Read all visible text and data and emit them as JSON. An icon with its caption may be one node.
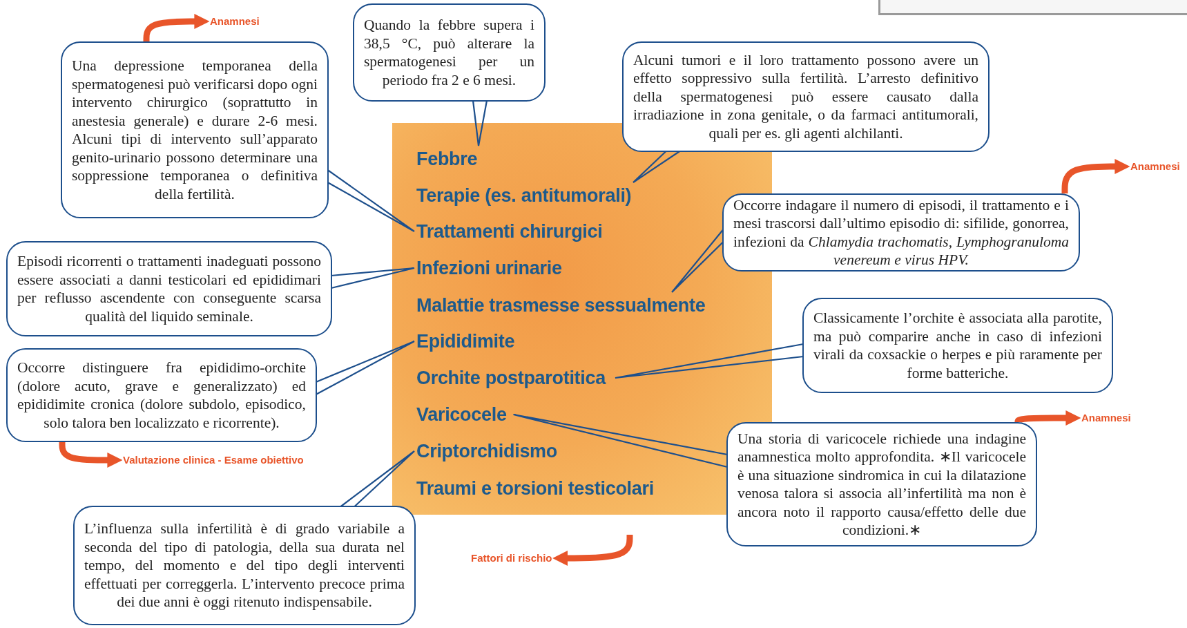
{
  "diagram": {
    "nodes": [
      {
        "text": [],
        "shape": "box"
      },
      {
        "text": [
          "Febbre"
        ],
        "in": 0
      },
      {
        "text": [
          "Terapie (es. antitumorali)"
        ],
        "in": 0
      },
      {
        "text": [
          "Trattamenti chirurgici"
        ],
        "in": 0
      },
      {
        "text": [
          "Infezioni urinarie"
        ],
        "in": 0
      },
      {
        "text": [
          "Malattie trasmesse sessualmente"
        ],
        "in": 0
      },
      {
        "text": [
          "Epididimite"
        ],
        "in": 0
      },
      {
        "text": [
          "Orchite postparotitica"
        ],
        "in": 0
      },
      {
        "text": [
          "Varicocele"
        ],
        "in": 0
      },
      {
        "text": [
          "Criptorchidismo"
        ],
        "in": 0
      },
      {
        "text": [
          "Traumi e torsioni testicolari"
        ],
        "in": 0
      },
      {
        "text": [
          "Una depressione temporanea della spermatogenesi può verificarsi dopo ogni intervento chirurgico (soprattutto in anestesia generale) e durare 2-6 mesi. Alcuni tipi di intervento sull’apparato genito-urinario possono determinare una soppressione temporanea o definitiva della fertilità."
        ]
      },
      {
        "text": [
          "Quando la febbre supera i 38,5 °C, può alterare la spermatogenesi per un periodo fra 2 e 6 mesi."
        ]
      },
      {
        "text": [
          "Alcuni tumori e il loro trattamento possono avere un effetto soppressivo sulla fertilità. L’arresto definitivo della spermatogenesi può essere causato dalla irradiazione in zona genitale, o da farmaci antitumorali, quali per es. gli agenti alchilanti."
        ]
      },
      {
        "text": [
          "Episodi ricorrenti o trattamenti inadeguati possono essere associati a danni testicolari ed epididimari per reflusso ascendente con conseguente scarsa qualità del liquido seminale."
        ]
      },
      {
        "text": [
          "Occorre indagare il numero di episodi, il trattamento e i mesi trascorsi dall’ultimo episodio di: sifilide, gonorrea, infezioni da *Chlamydia trachomatis*, *Lymphogranuloma venereum e virus HPV.*"
        ]
      },
      {
        "text": [
          "Occorre distinguere fra epididimo-orchite (dolore acuto, grave e generalizzato) ed epididimite cronica (dolore subdolo, episodico, solo talora ben localizzato e ricorrente)."
        ]
      },
      {
        "text": [
          "Classicamente l’orchite è associata alla parotite, ma può comparire anche in caso di infezioni virali da coxsackie o herpes e più raramente per forme batteriche."
        ]
      },
      {
        "text": [
          "Una storia di varicocele richiede una indagine anamnestica molto approfondita. ∗Il varicocele è una situazione sindromica in cui la dilatazione venosa talora si associa all’infertilità ma non è ancora noto il rapporto causa/effetto delle due condizioni.∗"
        ]
      },
      {
        "text": [
          "L’influenza sulla infertilità è di grado variabile a seconda del tipo di patologia, della sua durata nel tempo, del momento e del tipo degli interventi effettuati per correggerla. L’intervento precoce prima dei due anni è oggi ritenuto indispensabile."
        ]
      },
      {
        "text": [
          "Anamnesi"
        ]
      },
      {
        "text": [
          "Anamnesi"
        ]
      },
      {
        "text": [
          "Anamnesi"
        ]
      },
      {
        "text": [
          "Valutazione clinica - Esame obiettivo"
        ]
      },
      {
        "text": [
          "Fattori di rischio"
        ]
      }
    ],
    "edges": [
      {
        "from": 11,
        "to": 3,
        "arrow": "none"
      },
      {
        "from": 12,
        "to": 1,
        "arrow": "none"
      },
      {
        "from": 13,
        "to": 2,
        "arrow": "none"
      },
      {
        "from": 14,
        "to": 4,
        "arrow": "none"
      },
      {
        "from": 15,
        "to": 5,
        "arrow": "none"
      },
      {
        "from": 16,
        "to": 6,
        "arrow": "none"
      },
      {
        "from": 17,
        "to": 7,
        "arrow": "none"
      },
      {
        "from": 18,
        "to": 8,
        "arrow": "none"
      },
      {
        "from": 19,
        "to": 9,
        "arrow": "none"
      },
      {
        "from": 11,
        "to": 20,
        "arrow": "to",
        "style": "thick",
        "color": "#e8552a"
      },
      {
        "from": 15,
        "to": 21,
        "arrow": "to",
        "style": "thick",
        "color": "#e8552a"
      },
      {
        "from": 18,
        "to": 22,
        "arrow": "to",
        "style": "thick",
        "color": "#e8552a"
      },
      {
        "from": 16,
        "to": 23,
        "arrow": "to",
        "style": "thick",
        "color": "#e8552a"
      },
      {
        "from": null,
        "to": 24,
        "arrow": "to",
        "style": "thick",
        "color": "#e8552a"
      }
    ]
  }
}
